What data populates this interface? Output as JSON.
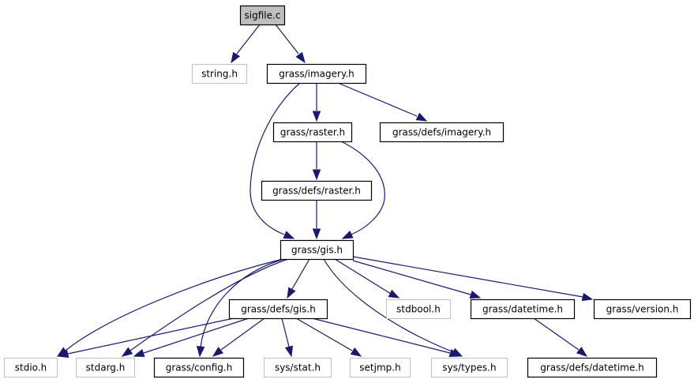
{
  "diagram": {
    "type": "include-dependency-graph",
    "colors": {
      "edge": "#191970",
      "root_fill": "#bfbfbf",
      "project_border": "#000000",
      "system_border": "#bfbfbf"
    },
    "nodes": [
      {
        "id": "sigfile_c",
        "label": "sigfile.c",
        "kind": "root"
      },
      {
        "id": "string_h",
        "label": "string.h",
        "kind": "system"
      },
      {
        "id": "grass_imagery_h",
        "label": "grass/imagery.h",
        "kind": "project"
      },
      {
        "id": "grass_raster_h",
        "label": "grass/raster.h",
        "kind": "project"
      },
      {
        "id": "grass_defs_imagery_h",
        "label": "grass/defs/imagery.h",
        "kind": "project"
      },
      {
        "id": "grass_defs_raster_h",
        "label": "grass/defs/raster.h",
        "kind": "project"
      },
      {
        "id": "grass_gis_h",
        "label": "grass/gis.h",
        "kind": "project"
      },
      {
        "id": "grass_defs_gis_h",
        "label": "grass/defs/gis.h",
        "kind": "project"
      },
      {
        "id": "stdbool_h",
        "label": "stdbool.h",
        "kind": "system"
      },
      {
        "id": "grass_datetime_h",
        "label": "grass/datetime.h",
        "kind": "project"
      },
      {
        "id": "grass_version_h",
        "label": "grass/version.h",
        "kind": "project"
      },
      {
        "id": "stdio_h",
        "label": "stdio.h",
        "kind": "system"
      },
      {
        "id": "stdarg_h",
        "label": "stdarg.h",
        "kind": "system"
      },
      {
        "id": "grass_config_h",
        "label": "grass/config.h",
        "kind": "project"
      },
      {
        "id": "sys_stat_h",
        "label": "sys/stat.h",
        "kind": "system"
      },
      {
        "id": "setjmp_h",
        "label": "setjmp.h",
        "kind": "system"
      },
      {
        "id": "sys_types_h",
        "label": "sys/types.h",
        "kind": "system"
      },
      {
        "id": "grass_defs_datetime_h",
        "label": "grass/defs/datetime.h",
        "kind": "project"
      }
    ],
    "edges": [
      {
        "from": "sigfile_c",
        "to": "string_h"
      },
      {
        "from": "sigfile_c",
        "to": "grass_imagery_h"
      },
      {
        "from": "grass_imagery_h",
        "to": "grass_raster_h"
      },
      {
        "from": "grass_imagery_h",
        "to": "grass_defs_imagery_h"
      },
      {
        "from": "grass_imagery_h",
        "to": "grass_gis_h"
      },
      {
        "from": "grass_raster_h",
        "to": "grass_defs_raster_h"
      },
      {
        "from": "grass_raster_h",
        "to": "grass_gis_h"
      },
      {
        "from": "grass_defs_raster_h",
        "to": "grass_gis_h"
      },
      {
        "from": "grass_gis_h",
        "to": "stdio_h"
      },
      {
        "from": "grass_gis_h",
        "to": "stdarg_h"
      },
      {
        "from": "grass_gis_h",
        "to": "grass_config_h"
      },
      {
        "from": "grass_gis_h",
        "to": "grass_defs_gis_h"
      },
      {
        "from": "grass_gis_h",
        "to": "sys_types_h"
      },
      {
        "from": "grass_gis_h",
        "to": "stdbool_h"
      },
      {
        "from": "grass_gis_h",
        "to": "grass_datetime_h"
      },
      {
        "from": "grass_gis_h",
        "to": "grass_version_h"
      },
      {
        "from": "grass_defs_gis_h",
        "to": "stdio_h"
      },
      {
        "from": "grass_defs_gis_h",
        "to": "stdarg_h"
      },
      {
        "from": "grass_defs_gis_h",
        "to": "grass_config_h"
      },
      {
        "from": "grass_defs_gis_h",
        "to": "sys_stat_h"
      },
      {
        "from": "grass_defs_gis_h",
        "to": "setjmp_h"
      },
      {
        "from": "grass_defs_gis_h",
        "to": "sys_types_h"
      },
      {
        "from": "grass_datetime_h",
        "to": "grass_defs_datetime_h"
      }
    ]
  }
}
